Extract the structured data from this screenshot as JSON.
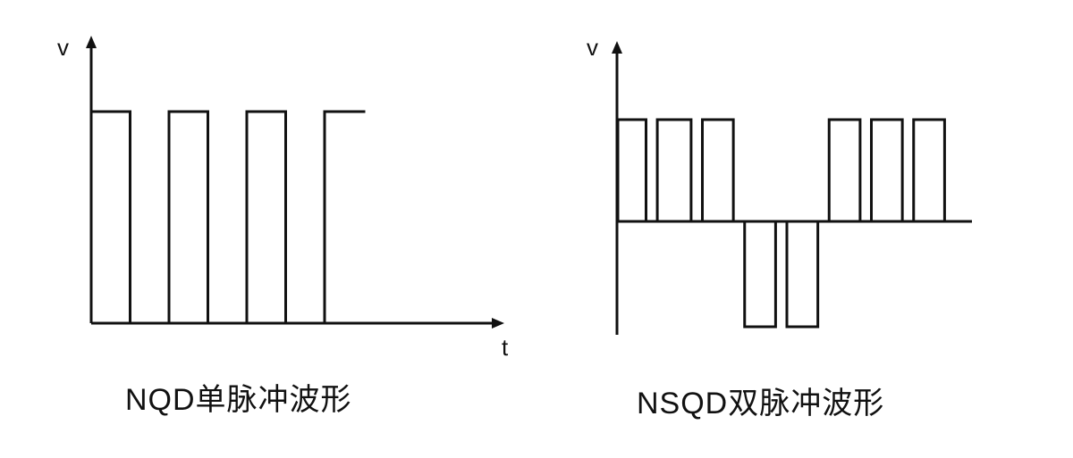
{
  "left_diagram": {
    "caption": "NQD单脉冲波形",
    "y_label": "v",
    "x_label": "t",
    "pulses": [
      [
        0,
        1
      ],
      [
        2,
        3
      ],
      [
        4,
        5
      ],
      [
        6,
        7
      ]
    ],
    "levels": [
      0,
      1
    ]
  },
  "right_diagram": {
    "caption": "NSQD双脉冲波形",
    "y_label": "v",
    "pulses": [
      {
        "start": 0,
        "end": 1,
        "level": 1
      },
      {
        "start": 1.4,
        "end": 2.6,
        "level": 1
      },
      {
        "start": 3,
        "end": 4.1,
        "level": 1
      },
      {
        "start": 4.5,
        "end": 5.6,
        "level": -1
      },
      {
        "start": 6,
        "end": 7.1,
        "level": -1
      },
      {
        "start": 7.5,
        "end": 8.6,
        "level": 1
      },
      {
        "start": 9,
        "end": 10.1,
        "level": 1
      },
      {
        "start": 10.5,
        "end": 11.6,
        "level": 1
      }
    ]
  },
  "colors": {
    "stroke": "#111111",
    "background": "#ffffff"
  }
}
